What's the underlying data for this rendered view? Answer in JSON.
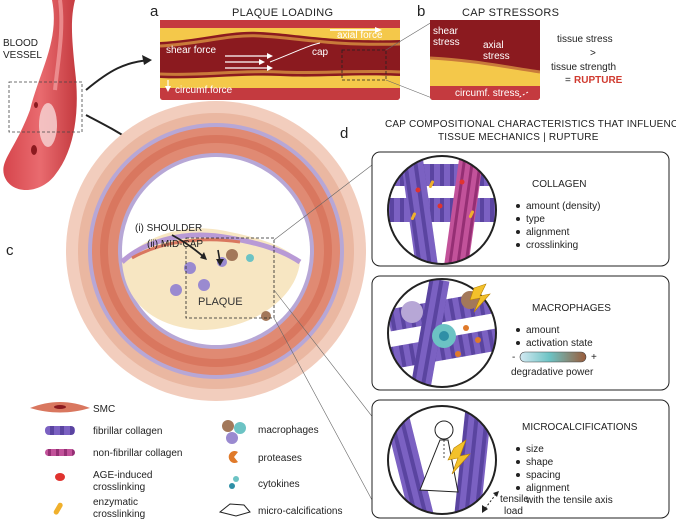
{
  "panel_letters": {
    "a": "a",
    "b": "b",
    "c": "c",
    "d": "d"
  },
  "vessel_label": [
    "BLOOD",
    "VESSEL"
  ],
  "panel_a": {
    "title": "PLAQUE LOADING",
    "axial_force": "axial force",
    "shear_force": "shear force",
    "cap": "cap",
    "circumf_force": "circumf.force"
  },
  "panel_b": {
    "title": "CAP STRESSORS",
    "shear_stress": [
      "shear",
      "stress"
    ],
    "axial_stress": [
      "axial",
      "stress"
    ],
    "circumf_stress": "circumf. stress",
    "rule_top": "tissue stress",
    "rule_gt": ">",
    "rule_bottom": "tissue strength",
    "rule_eq": "=",
    "rule_result": "RUPTURE"
  },
  "panel_c": {
    "shoulder": "(i) SHOULDER",
    "midcap": "(ii) MID-CAP",
    "plaque": "PLAQUE"
  },
  "panel_d": {
    "title_line1": "CAP COMPOSITIONAL CHARACTERISTICS THAT INFLUENCE",
    "title_line2": "TISSUE MECHANICS | RUPTURE",
    "collagen": {
      "heading": "COLLAGEN",
      "items": [
        "amount (density)",
        "type",
        "alignment",
        "crosslinking"
      ]
    },
    "macrophages": {
      "heading": "MACROPHAGES",
      "items": [
        "amount",
        "activation state"
      ],
      "scale_minus": "-",
      "scale_plus": "+",
      "scale_label": "degradative power"
    },
    "microcalcifications": {
      "heading": "MICROCALCIFICATIONS",
      "items": [
        "size",
        "shape",
        "spacing",
        "alignment"
      ],
      "item_extra": "with the tensile axis",
      "tensile": [
        "tensile",
        "load"
      ]
    }
  },
  "legend": {
    "smc": "SMC",
    "fibrillar": "fibrillar collagen",
    "nonfibrillar": "non-fibrillar collagen",
    "age": [
      "AGE-induced",
      "crosslinking"
    ],
    "enzymatic": [
      "enzymatic",
      "crosslinking"
    ],
    "macrophages": "macrophages",
    "proteases": "proteases",
    "cytokines": "cytokines",
    "microcalc": "micro-calcifications"
  },
  "colors": {
    "vessel_red": "#c43a3f",
    "wall_dark": "#8b1a1f",
    "lipid_yellow": "#f4c84a",
    "cap_purple": "#6e5bb0",
    "collagen_purple": "#7b61c2",
    "nonfib_pink": "#b43d8b",
    "rupture_red": "#d03a2f",
    "media_pink": "#e7a08a",
    "plaque_cream": "#f7e6c2"
  }
}
